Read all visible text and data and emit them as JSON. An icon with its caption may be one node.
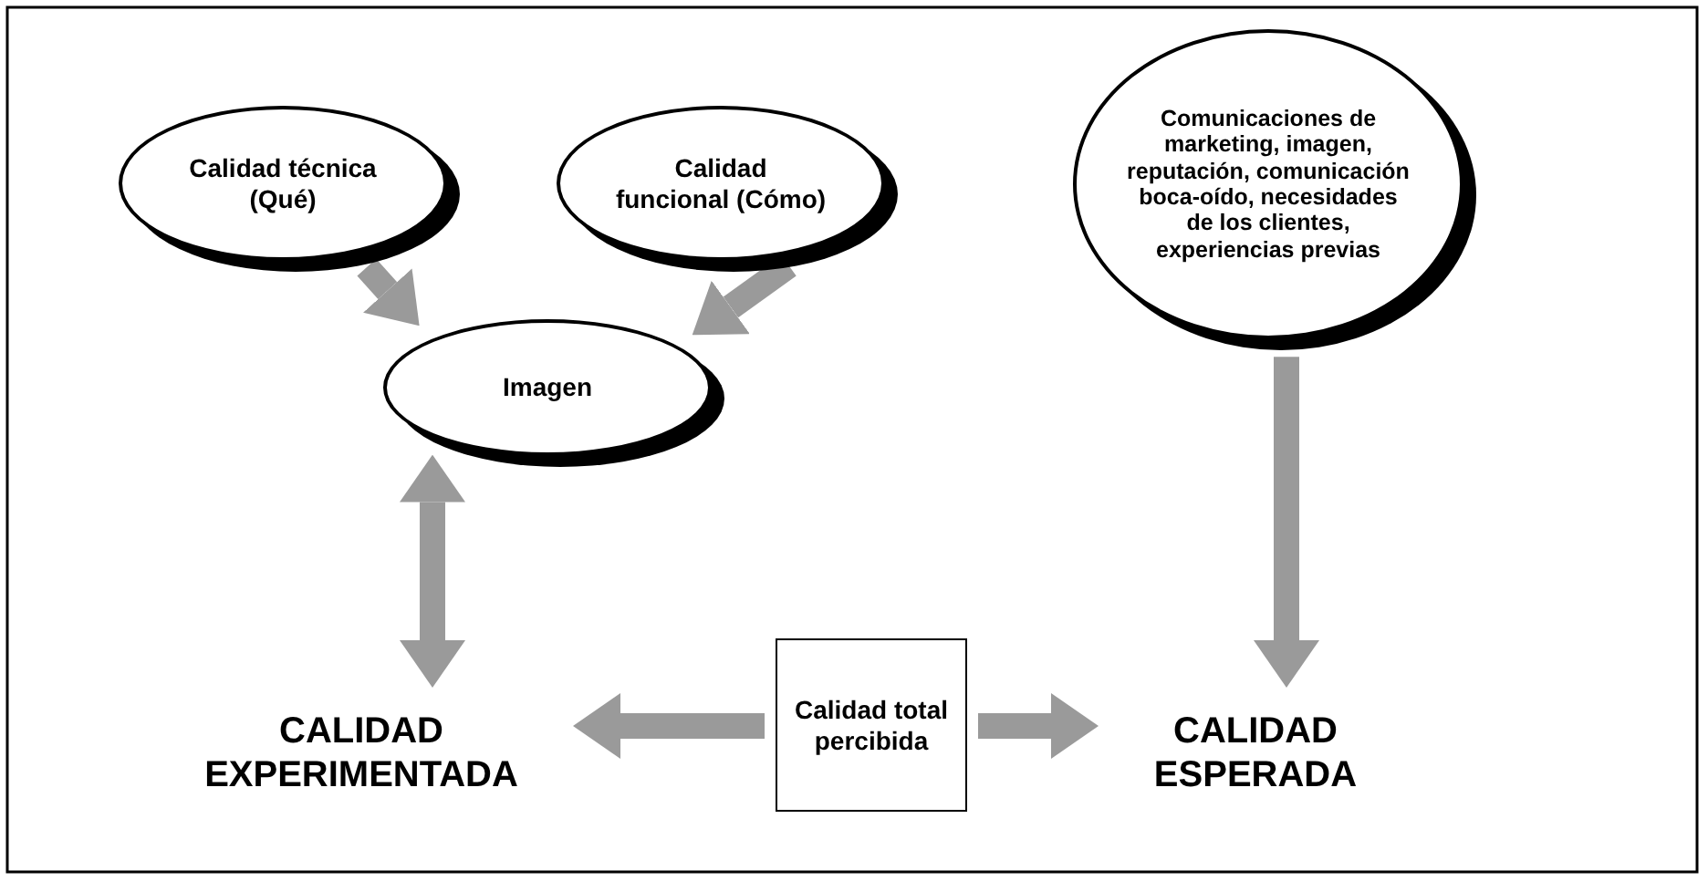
{
  "diagram": {
    "nodes": [
      {
        "text": [
          "Calidad técnica (Qué)"
        ]
      },
      {
        "text": [
          "Calidad funcional (Cómo)"
        ]
      },
      {
        "text": [
          "Comunicaciones de marketing, imagen, reputación, comunicación boca-oído, necesidades de los clientes, experiencias previas"
        ]
      },
      {
        "text": [
          "Imagen"
        ]
      },
      {
        "text": [
          "CALIDAD EXPERIMENTADA"
        ]
      },
      {
        "text": [
          "Calidad total percibida"
        ]
      },
      {
        "text": [
          "CALIDAD ESPERADA"
        ]
      }
    ],
    "edges": [
      {
        "from": 0,
        "to": 3,
        "arrow": "to"
      },
      {
        "from": 1,
        "to": 3,
        "arrow": "to"
      },
      {
        "from": 3,
        "to": 4,
        "arrow": "both"
      },
      {
        "from": 5,
        "to": 4,
        "arrow": "to"
      },
      {
        "from": 5,
        "to": 6,
        "arrow": "to"
      },
      {
        "from": 2,
        "to": 6,
        "arrow": "to"
      }
    ]
  }
}
